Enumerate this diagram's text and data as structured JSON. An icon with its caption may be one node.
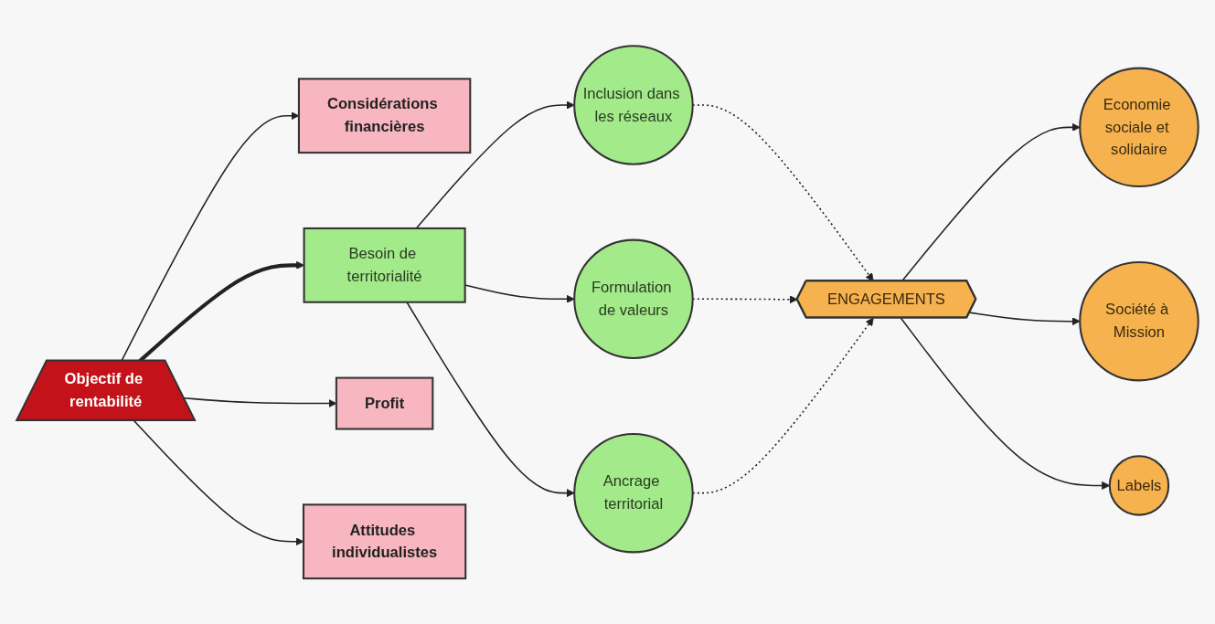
{
  "diagram": {
    "nodes": [
      {
        "text": [
          "Considérations financières"
        ]
      },
      {
        "text": [
          "Objectif de rentabilité"
        ]
      },
      {
        "text": [
          "Profit"
        ]
      },
      {
        "text": [
          "Attitudes individualistes"
        ]
      },
      {
        "text": [
          "Besoin de territorialité"
        ]
      },
      {
        "text": [
          "Inclusion dans les réseaux"
        ]
      },
      {
        "text": [
          "Formulation de valeurs"
        ]
      },
      {
        "text": [
          "Ancrage territorial"
        ]
      },
      {
        "text": [
          "ENGAGEMENTS"
        ]
      },
      {
        "text": [
          "Economie sociale et solidaire"
        ]
      },
      {
        "text": [
          "Société à Mission"
        ]
      },
      {
        "text": [
          "Labels"
        ]
      }
    ],
    "edges": [
      {
        "from": 1,
        "to": 0,
        "arrow": "to"
      },
      {
        "from": 1,
        "to": 2,
        "arrow": "to"
      },
      {
        "from": 1,
        "to": 3,
        "arrow": "to"
      },
      {
        "from": 1,
        "to": 4,
        "arrow": "to",
        "style": "thick"
      },
      {
        "from": 4,
        "to": 5,
        "arrow": "to"
      },
      {
        "from": 4,
        "to": 6,
        "arrow": "to"
      },
      {
        "from": 4,
        "to": 7,
        "arrow": "to"
      },
      {
        "from": 5,
        "to": 8,
        "arrow": "to",
        "style": "dashed"
      },
      {
        "from": 6,
        "to": 8,
        "arrow": "to",
        "style": "dashed"
      },
      {
        "from": 7,
        "to": 8,
        "arrow": "to",
        "style": "dashed"
      },
      {
        "from": 8,
        "to": 9,
        "arrow": "to"
      },
      {
        "from": 8,
        "to": 10,
        "arrow": "to"
      },
      {
        "from": 8,
        "to": 11,
        "arrow": "to"
      }
    ]
  }
}
